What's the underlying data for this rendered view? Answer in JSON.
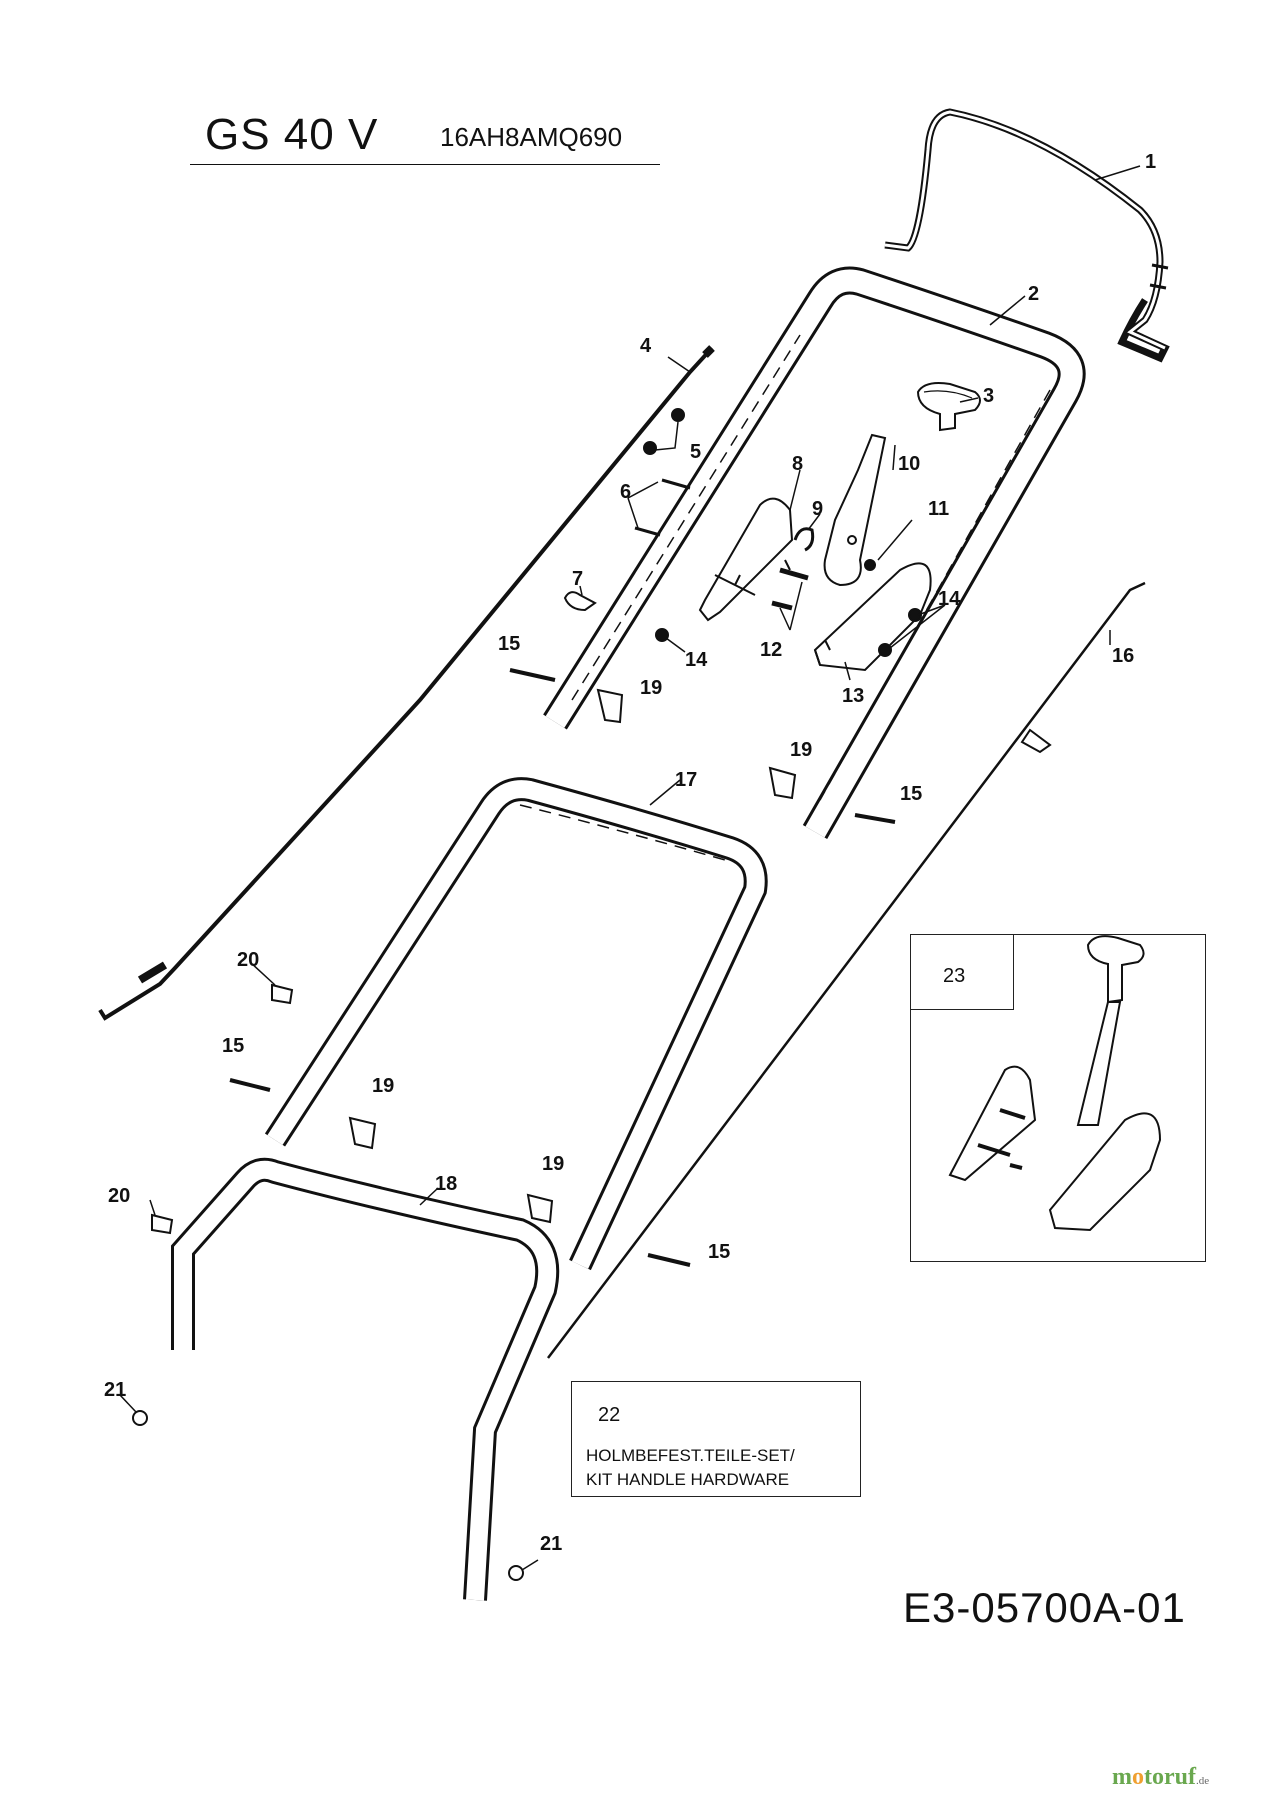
{
  "header": {
    "model": "GS 40 V",
    "part_code": "16AH8AMQ690"
  },
  "callouts": [
    "1",
    "2",
    "3",
    "4",
    "5",
    "6",
    "7",
    "8",
    "9",
    "10",
    "11",
    "12",
    "13",
    "14",
    "14",
    "15",
    "15",
    "15",
    "15",
    "16",
    "17",
    "18",
    "19",
    "19",
    "19",
    "19",
    "20",
    "20",
    "21",
    "21"
  ],
  "kit_box": {
    "number": "22",
    "line1": "HOLMBEFEST.TEILE-SET/",
    "line2": "KIT HANDLE HARDWARE"
  },
  "inset": {
    "number": "23"
  },
  "drawing_code": "E3-05700A-01",
  "watermark": {
    "brand_a": "m",
    "brand_o": "o",
    "brand_b": "toruf",
    "suffix": ".de"
  }
}
